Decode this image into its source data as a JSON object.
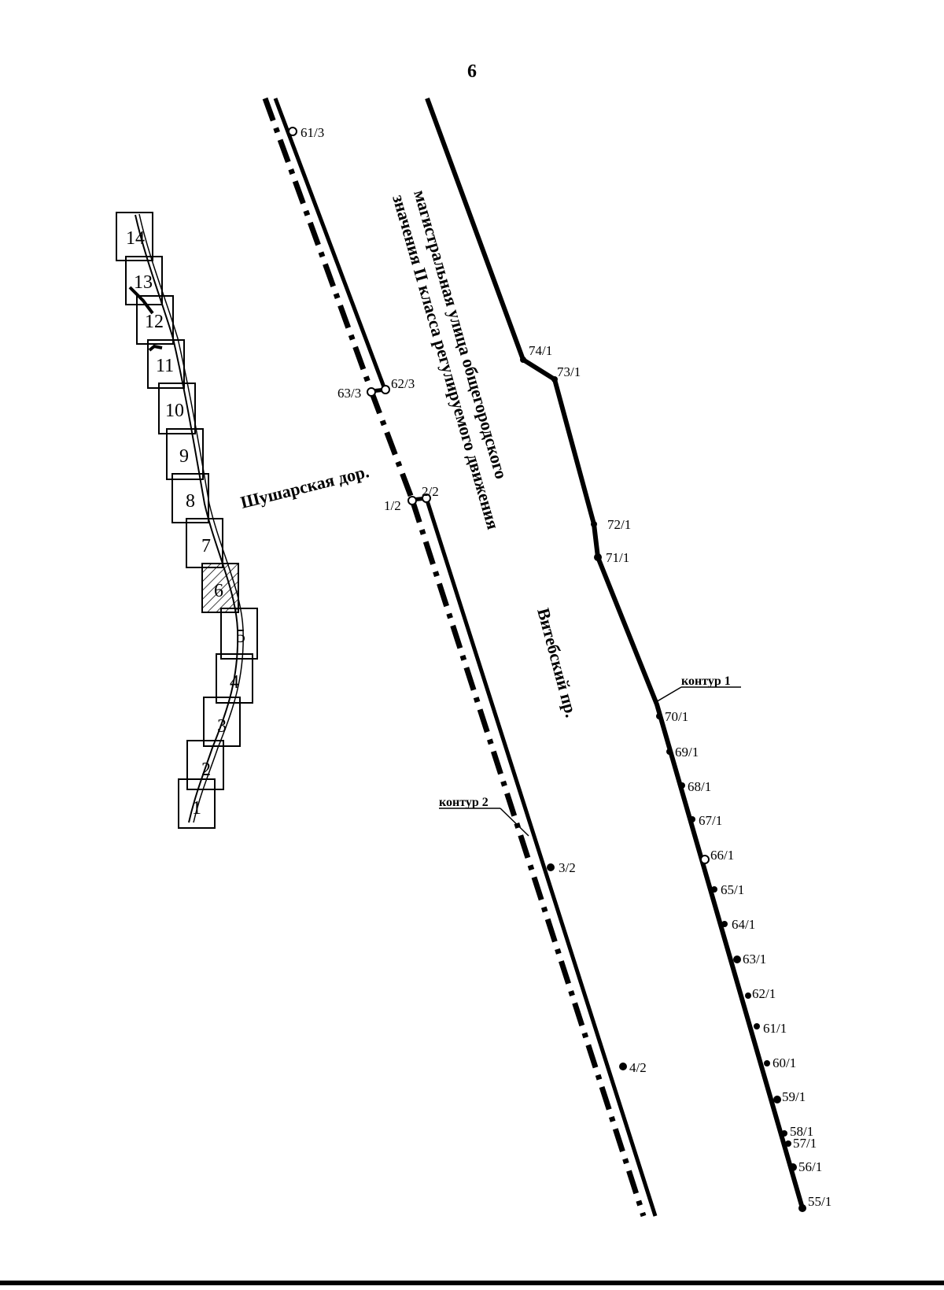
{
  "page_number": "6",
  "street_labels": {
    "shusharskaya": "Шушарская дор.",
    "vitebsky": "Витебский пр.",
    "magistral_line1": "магистральная улица общегородского",
    "magistral_line2": "значения II класса регулируемого движения"
  },
  "contour_labels": {
    "contour1": "контур 1",
    "contour2": "контур 2"
  },
  "points": {
    "p61_3": "61/3",
    "p62_3": "62/3",
    "p63_3": "63/3",
    "p1_2": "1/2",
    "p2_2": "2/2",
    "p3_2": "3/2",
    "p4_2": "4/2",
    "p74_1": "74/1",
    "p73_1": "73/1",
    "p72_1": "72/1",
    "p71_1": "71/1",
    "p70_1": "70/1",
    "p69_1": "69/1",
    "p68_1": "68/1",
    "p67_1": "67/1",
    "p66_1": "66/1",
    "p65_1": "65/1",
    "p64_1": "64/1",
    "p63_1": "63/1",
    "p62_1": "62/1",
    "p61_1": "61/1",
    "p60_1": "60/1",
    "p59_1": "59/1",
    "p58_1": "58/1",
    "p57_1": "57/1",
    "p56_1": "56/1",
    "p55_1": "55/1"
  },
  "index_sheets": [
    "1",
    "2",
    "3",
    "4",
    "5",
    "6",
    "7",
    "8",
    "9",
    "10",
    "11",
    "12",
    "13",
    "14"
  ],
  "highlighted_sheet": "6",
  "colors": {
    "ink": "#000000",
    "background": "#ffffff"
  }
}
